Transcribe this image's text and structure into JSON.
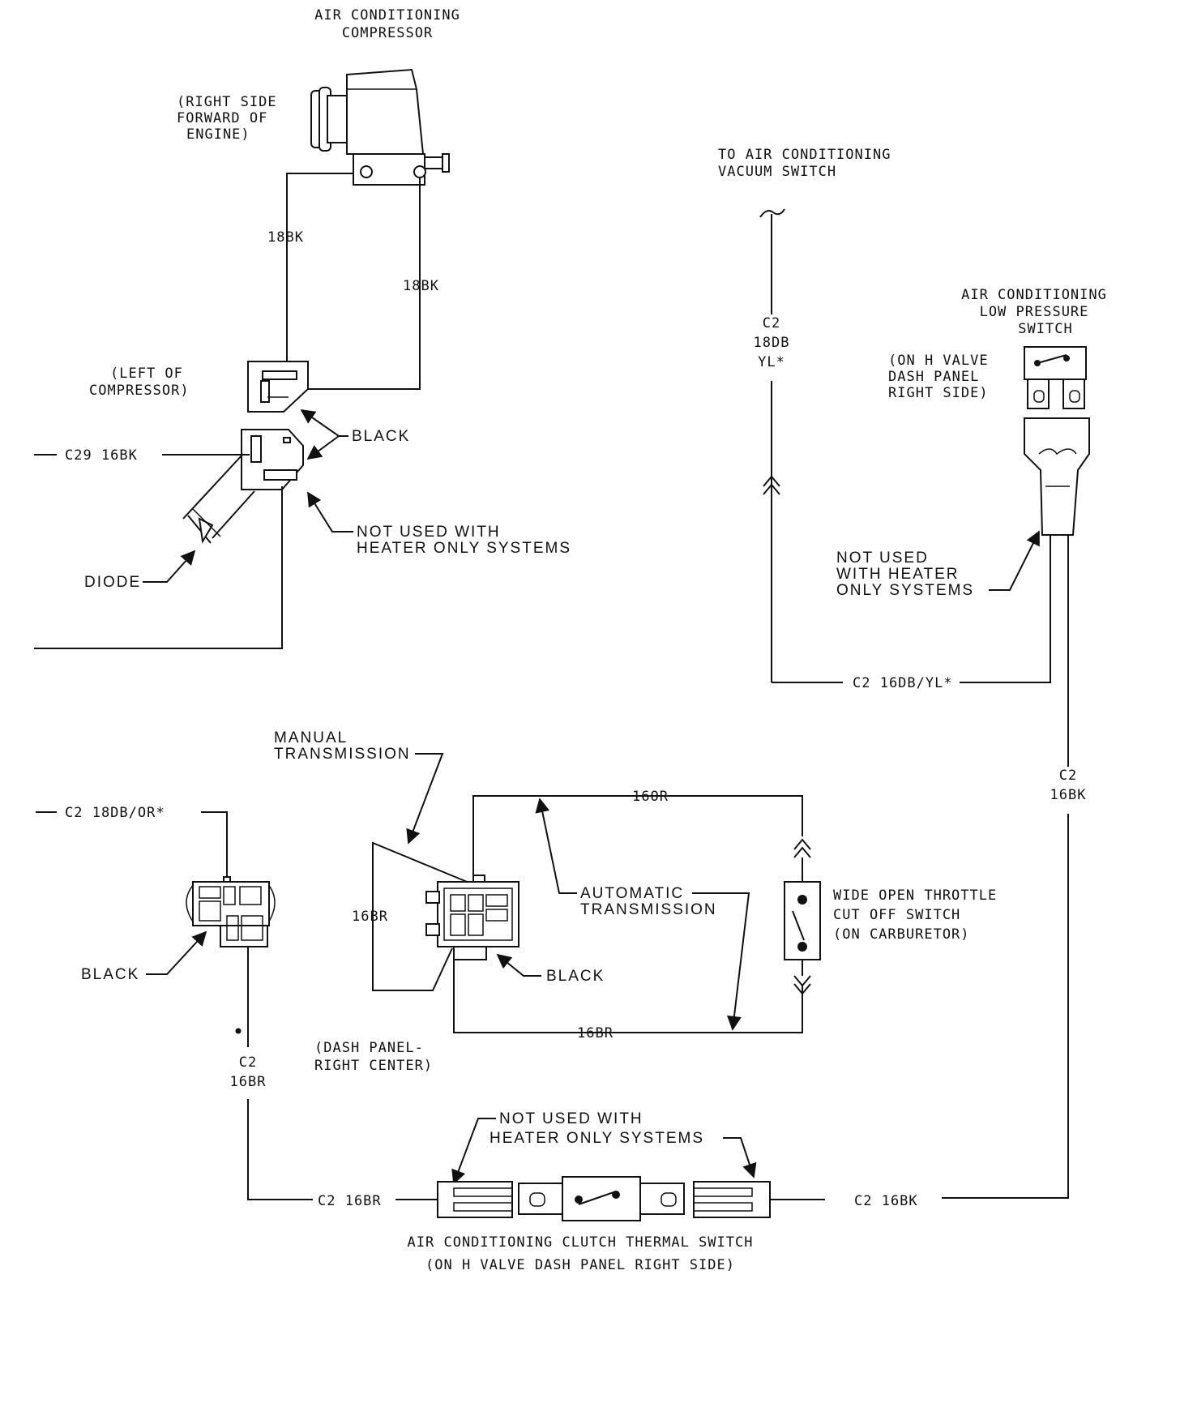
{
  "compressor": {
    "title_line1": "AIR CONDITIONING",
    "title_line2": "COMPRESSOR",
    "loc_line1": "(RIGHT SIDE",
    "loc_line2": "FORWARD OF",
    "loc_line3": "ENGINE)",
    "wire_left": "18BK",
    "wire_right": "18BK"
  },
  "compressor_connector": {
    "loc_line1": "(LEFT OF",
    "loc_line2": "COMPRESSOR)",
    "black_label": "BLACK",
    "circuit_label": "C29 16BK",
    "not_used_line1": "NOT USED WITH",
    "not_used_line2": "HEATER ONLY SYSTEMS",
    "diode_label": "DIODE"
  },
  "vacuum_switch": {
    "title_line1": "TO AIR CONDITIONING",
    "title_line2": "VACUUM SWITCH",
    "wire_line1": "C2",
    "wire_line2": "18DB",
    "wire_line3": "YL*"
  },
  "low_pressure_switch": {
    "title_line1": "AIR CONDITIONING",
    "title_line2": "LOW PRESSURE",
    "title_line3": "SWITCH",
    "loc_line1": "(ON H VALVE",
    "loc_line2": "DASH PANEL",
    "loc_line3": "RIGHT SIDE)",
    "not_used_line1": "NOT USED",
    "not_used_line2": "WITH HEATER",
    "not_used_line3": "ONLY SYSTEMS",
    "bottom_wire": "C2   16DB/YL*",
    "right_wire_line1": "C2",
    "right_wire_line2": "16BK"
  },
  "left_connector": {
    "circuit_label": "C2 18DB/OR*",
    "black_label": "BLACK",
    "wire_line1": "C2",
    "wire_line2": "16BR"
  },
  "center_connector": {
    "manual_line1": "MANUAL",
    "manual_line2": "TRANSMISSION",
    "wire_top": "16OR",
    "wire_left": "16BR",
    "auto_line1": "AUTOMATIC",
    "auto_line2": "TRANSMISSION",
    "black_label": "BLACK",
    "wire_bottom": "16BR",
    "loc_line1": "(DASH PANEL-",
    "loc_line2": "RIGHT CENTER)"
  },
  "throttle_switch": {
    "title_line1": "WIDE OPEN THROTTLE",
    "title_line2": "CUT OFF SWITCH",
    "title_line3": "(ON CARBURETOR)"
  },
  "thermal_switch": {
    "not_used_line1": "NOT USED WITH",
    "not_used_line2": "HEATER ONLY SYSTEMS",
    "wire_left": "C2 16BR",
    "wire_right": "C2 16BK",
    "title_line1": "AIR CONDITIONING CLUTCH THERMAL SWITCH",
    "title_line2": "(ON H VALVE DASH PANEL RIGHT SIDE)"
  }
}
